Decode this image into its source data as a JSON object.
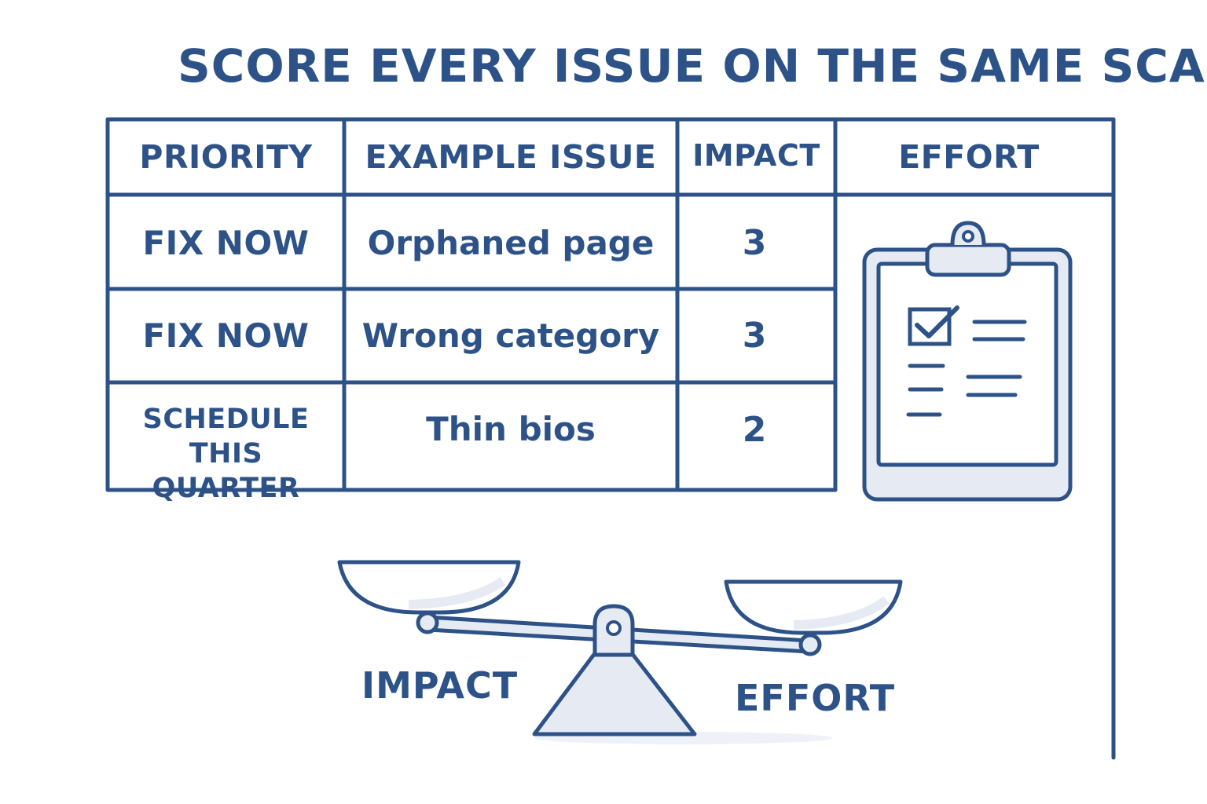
{
  "title": "SCORE EVERY ISSUE ON THE SAME SCALE",
  "table": {
    "headers": [
      "PRIORITY",
      "EXAMPLE ISSUE",
      "IMPACT",
      "EFFORT"
    ],
    "rows": [
      {
        "priority": "FIX NOW",
        "issue": "Orphaned page",
        "impact": "3"
      },
      {
        "priority": "FIX NOW",
        "issue": "Wrong category",
        "impact": "3"
      },
      {
        "priority": "SCHEDULE THIS QUARTER",
        "issue": "Thin bios",
        "impact": "2"
      }
    ]
  },
  "scale": {
    "left_label": "IMPACT",
    "right_label": "EFFORT"
  },
  "colors": {
    "ink": "#2d5288",
    "fill": "#e6ebf3"
  },
  "icons": {
    "clipboard": "clipboard-checklist-icon",
    "scale": "balance-scale-icon"
  }
}
